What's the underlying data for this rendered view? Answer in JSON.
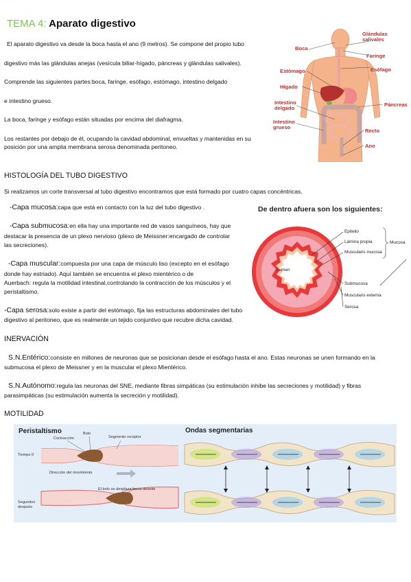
{
  "title": {
    "tag": "TEMA 4:",
    "text": "Aparato digestivo"
  },
  "intro": [
    "El aparato digestivo va desde la boca  hasta el ano  (9 metros). Se compone del propio tubo",
    "digestivo más las glándulas anejas (vesícula biliar-hígado, páncreas y glándulas salivales).",
    "Comprende las siguientes partes:boca, faringe, esófago, estómago, intestino delgado",
    "e intestino grueso.",
    "La boca, faringe y esófago están situadas por encima del diafragma.",
    "Los restantes por debajo de él, ocupando la cavidad abdominal, envueltas y mantenidas en su",
    "posición por una amplia membrana serosa denominada peritoneo."
  ],
  "anatomy_labels": {
    "glandulas": [
      "Glándulas",
      "salivales"
    ],
    "boca": "Boca",
    "faringe": "Faringe",
    "estomago": "Estómago",
    "esofago": "Esófago",
    "higado": "Hígado",
    "intestino_delgado": [
      "Intestino",
      "delgado"
    ],
    "pancreas": "Páncreas",
    "intestino_grueso": [
      "Intestino",
      "grueso"
    ],
    "recto": "Recto",
    "ano": "Ano"
  },
  "histologia": {
    "heading": "HISTOLOGÍA DEL TUBO DIGESTIVO",
    "intro": "Si realizamos un corte transversal al tubo digestivo encontramos que está formado por cuatro capas concéntricas.",
    "mucosa": {
      "label": "-Capa mucosa:",
      "text": "capa que está en contacto con la luz del tubo digestivo ."
    },
    "submucosa": {
      "label": "-Capa submucosa:",
      "lines": [
        "en ella hay una importante red de vasos sanguíneos, hay que",
        "destacar la presencia de un plexo nervioso (plexo de Meissner:encargado de controlar",
        " las secreciones)."
      ]
    },
    "muscular": {
      "label": "-Capa muscular:",
      "lines": [
        "compuesta por una capa de músculo liso (excepto en el esófago",
        "donde hay estriado). Aquí también se encuentra el plexo mientérico o de",
        "Auerbach: regula la motilidad intestinal,controlando la contracción de los músculos y el",
        "peristaltismo."
      ]
    },
    "serosa": {
      "label": "-Capa serosa:",
      "lines": [
        "solo existe a partir del estómago, fija las estructuras abdominales del tubo",
        "digestivo al peritoneo, que es realmente un tejido conjuntivo que recubre dicha cavidad."
      ]
    }
  },
  "layers_figure": {
    "title": "De dentro afuera son los siguientes:",
    "lumen": "Lumen",
    "epitelio": "Epitelio",
    "lamina": "Lámina propia",
    "muscularis_mucosa": "Muscularis mucosa",
    "mucosa": "Mucosa",
    "submucosa": "Submucosa",
    "muscularis_externa": "Muscularis externa",
    "serosa": "Serosa"
  },
  "inervacion": {
    "heading": "INERVACIÓN",
    "sne": {
      "label": "S.N.Entérico:",
      "lines": [
        "consiste en millones de neuronas que se posicionan desde el esófago hasta el ano. Estas neuronas se unen formando en la",
        "submucosa el plexo de Meissner y en la muscular el plexo Mientérico."
      ]
    },
    "sna": {
      "label": "S.N.Autónomo:",
      "lines": [
        "regula las neuronas del SNE, mediante fibras simpáticas (su estimulación inhibe las secreciones y motilidad) y fibras",
        "parasimpáticas (su estimulación aumenta la secreción y motilidad)."
      ]
    }
  },
  "motilidad": {
    "heading": "MOTILIDAD",
    "peristaltismo": {
      "title": "Peristaltismo",
      "bolo": "Bolo",
      "contraccion": "Contracción",
      "segmento": "Segmento receptor",
      "tiempo": "Tiempo 0",
      "direccion": "Dirección del movimiento",
      "desplaza": "El bolo se desplaza hacia delante",
      "segundos": [
        "Segundos",
        "después"
      ]
    },
    "segmentarias": {
      "title": "Ondas segmentarias"
    }
  },
  "colors": {
    "accent_green": "#7dc54a",
    "panel_bg": "#e4eef8",
    "ring_red": "#e8383a",
    "ring_pink": "#f4a9b4"
  }
}
